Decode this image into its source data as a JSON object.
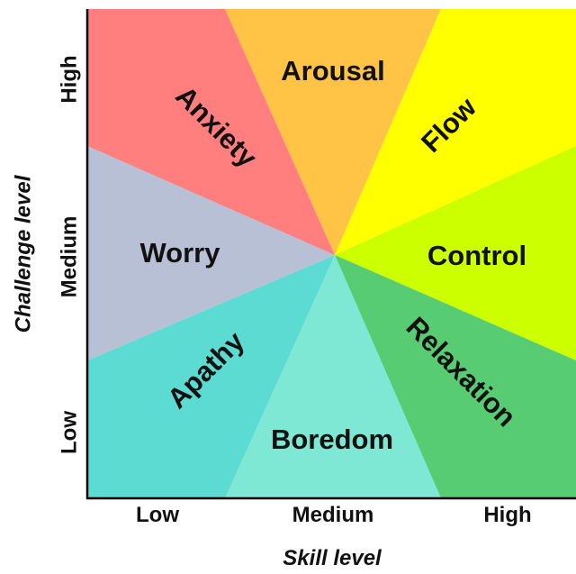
{
  "diagram": {
    "x_axis": {
      "title": "Skill level",
      "ticks": [
        "Low",
        "Medium",
        "High"
      ]
    },
    "y_axis": {
      "title": "Challenge level",
      "ticks": [
        "Low",
        "Medium",
        "High"
      ]
    },
    "regions": [
      {
        "id": "arousal",
        "label": "Arousal",
        "color": "#FFC445"
      },
      {
        "id": "flow",
        "label": "Flow",
        "color": "#FFFF00"
      },
      {
        "id": "control",
        "label": "Control",
        "color": "#CCFF00"
      },
      {
        "id": "relaxation",
        "label": "Relaxation",
        "color": "#57CC72"
      },
      {
        "id": "boredom",
        "label": "Boredom",
        "color": "#7FE8D4"
      },
      {
        "id": "apathy",
        "label": "Apathy",
        "color": "#5CDBD3"
      },
      {
        "id": "worry",
        "label": "Worry",
        "color": "#B7C0D5"
      },
      {
        "id": "anxiety",
        "label": "Anxiety",
        "color": "#FF7F7F"
      }
    ]
  }
}
